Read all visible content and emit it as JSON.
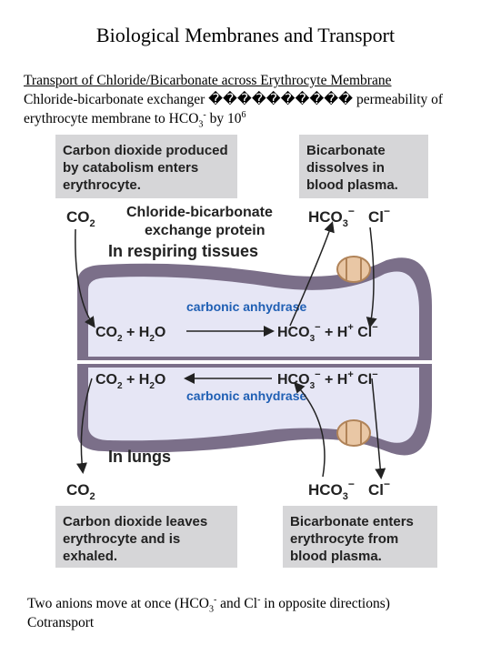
{
  "title": "Biological Membranes and Transport",
  "subtitle": "Transport of Chloride/Bicarbonate across Erythrocyte Membrane",
  "line2_a": "Chloride-bicarbonate exchanger",
  "line2_garbled": "����������",
  "line2_b": "permeability of",
  "line3_a": "erythrocyte membrane to HCO",
  "line3_sub": "3",
  "line3_sup_minus": "-",
  "line3_b": " by 10",
  "line3_exp": "6",
  "footer_line1_a": "Two anions move at once (HCO",
  "footer_line1_sub": "3",
  "footer_line1_sup": "-",
  "footer_line1_b": " and Cl",
  "footer_line1_sup2": "-",
  "footer_line1_c": " in opposite directions)",
  "footer_line2": "Cotransport",
  "figure": {
    "box_tl": [
      "Carbon dioxide produced",
      "by catabolism enters",
      "erythrocyte."
    ],
    "box_tr": [
      "Bicarbonate",
      "dissolves in",
      "blood plasma."
    ],
    "box_bl": [
      "Carbon dioxide leaves",
      "erythrocyte and is",
      "exhaled."
    ],
    "box_br": [
      "Bicarbonate enters",
      "erythrocyte from",
      "blood plasma."
    ],
    "co2_top": "CO",
    "co2_bottom": "CO",
    "exchange_label": [
      "Chloride-bicarbonate",
      "exchange protein"
    ],
    "respiring_label": "In respiring tissues",
    "lungs_label": "In lungs",
    "carbonic_top": "carbonic anhydrase",
    "carbonic_bottom": "carbonic anhydrase",
    "eq_left_top": "CO",
    "eq_left_bottom": "CO",
    "h2o": "+ H",
    "hco3": "HCO",
    "h_plus": "+ H",
    "cl": "Cl",
    "sub2": "2",
    "sub3": "3",
    "minus": "−",
    "plus": "+",
    "colors": {
      "box_fill": "#d6d6d8",
      "membrane": "#7b6f89",
      "interior": "#e6e6f5",
      "blue_text": "#1f5fb4",
      "protein": "#e9c7a5",
      "protein_edge": "#b08358"
    }
  }
}
